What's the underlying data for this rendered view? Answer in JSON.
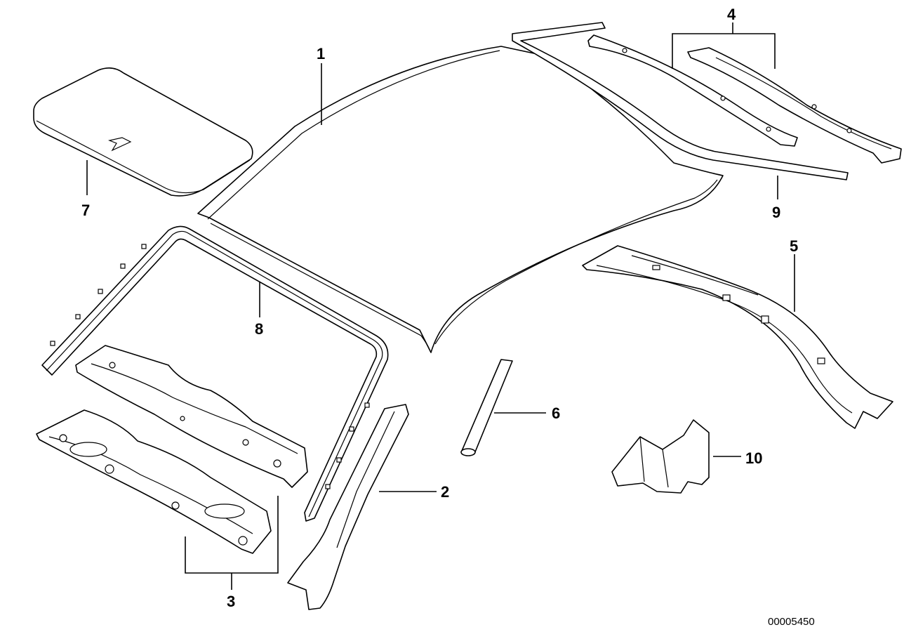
{
  "diagram": {
    "callouts": {
      "c1": "1",
      "c2": "2",
      "c3": "3",
      "c4": "4",
      "c5": "5",
      "c6": "6",
      "c7": "7",
      "c8": "8",
      "c9": "9",
      "c10": "10"
    },
    "reference_number": "00005450"
  }
}
